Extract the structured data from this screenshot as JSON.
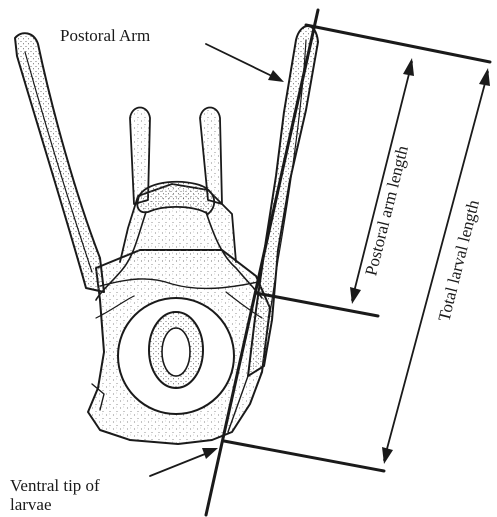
{
  "figure": {
    "labels": {
      "postoral_arm": "Postoral Arm",
      "postoral_arm_length": "Postoral arm length",
      "total_larval_length": "Total larval length",
      "ventral_tip_line1": "Ventral tip of",
      "ventral_tip_line2": "larvae"
    },
    "colors": {
      "ink": "#1a1a1a",
      "stipple": "#6a6a6a",
      "background": "#ffffff"
    }
  }
}
